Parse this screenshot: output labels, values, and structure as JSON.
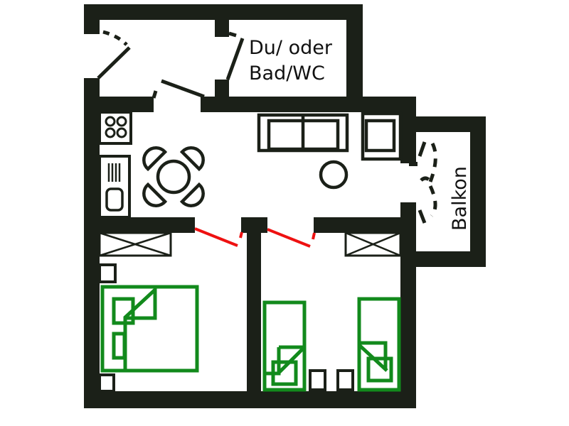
{
  "plan": {
    "title": "Floor plan",
    "rooms": [
      {
        "id": "bathroom",
        "label_line1": "Du/ oder",
        "label_line2": "Bad/WC"
      },
      {
        "id": "balcony",
        "label": "Balkon"
      },
      {
        "id": "living-kitchen",
        "label": ""
      },
      {
        "id": "bedroom-double",
        "label": ""
      },
      {
        "id": "bedroom-twin",
        "label": ""
      },
      {
        "id": "entry-hall",
        "label": ""
      }
    ],
    "colors": {
      "wall": "#1b2018",
      "bed": "#128a1c",
      "room_door": "#ee1111",
      "background": "#ffffff"
    }
  }
}
